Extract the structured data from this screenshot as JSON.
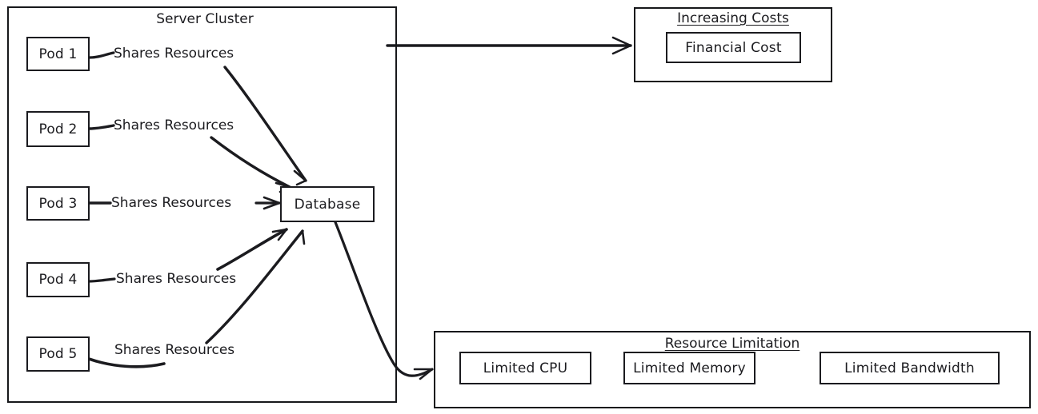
{
  "diagram": {
    "style": "hand-drawn-whiteboard",
    "stroke_color": "#1b1b1f",
    "background_color": "#ffffff"
  },
  "clusters": {
    "server_cluster": {
      "title": "Server Cluster",
      "pods": [
        {
          "label": "Pod 1"
        },
        {
          "label": "Pod 2"
        },
        {
          "label": "Pod 3"
        },
        {
          "label": "Pod 4"
        },
        {
          "label": "Pod 5"
        }
      ],
      "database": {
        "label": "Database"
      },
      "edge_labels": [
        "Shares Resources",
        "Shares Resources",
        "Shares Resources",
        "Shares Resources",
        "Shares Resources"
      ]
    },
    "increasing_costs": {
      "title": "Increasing Costs",
      "items": [
        {
          "label": "Financial Cost"
        }
      ]
    },
    "resource_limitation": {
      "title": "Resource Limitation",
      "items": [
        {
          "label": "Limited CPU"
        },
        {
          "label": "Limited Memory"
        },
        {
          "label": "Limited Bandwidth"
        }
      ]
    }
  }
}
